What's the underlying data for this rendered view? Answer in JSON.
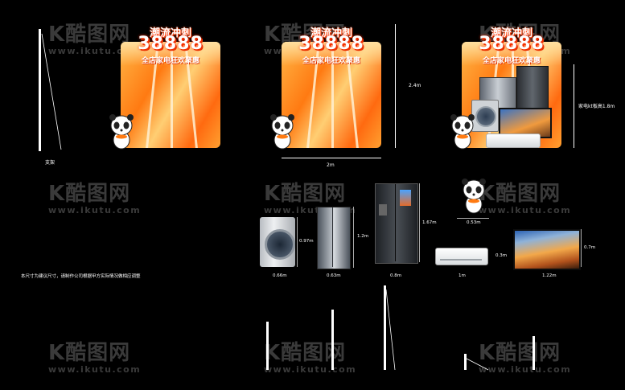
{
  "watermark": {
    "logo": "K酷图网",
    "url": "www.ikutu.com"
  },
  "board": {
    "title": "潮流冲刺",
    "number": "38888",
    "subtitle": "全店家电狂欢聚惠"
  },
  "labels": {
    "stand": "支架",
    "height": "2.4m",
    "width": "2m",
    "kt_board": "家电kt板高1.8m",
    "note": "本尺寸为建议尺寸，请制作公司根据甲方实际情况做相应调整"
  },
  "appliances": {
    "washer": {
      "height": "0.97m",
      "width": "0.66m"
    },
    "fridge_double": {
      "height": "1.2m",
      "width": "0.63m"
    },
    "fridge_big": {
      "height": "1.67m",
      "width": "0.8m"
    },
    "panda_cut": {
      "width": "0.53m"
    },
    "air_conditioner": {
      "height": "0.3m",
      "width": "1m"
    },
    "tv": {
      "height": "0.7m",
      "width": "1.22m"
    }
  },
  "colors": {
    "background": "#000000",
    "accent": "#ff7a12",
    "watermark": "#3a3a3a"
  }
}
